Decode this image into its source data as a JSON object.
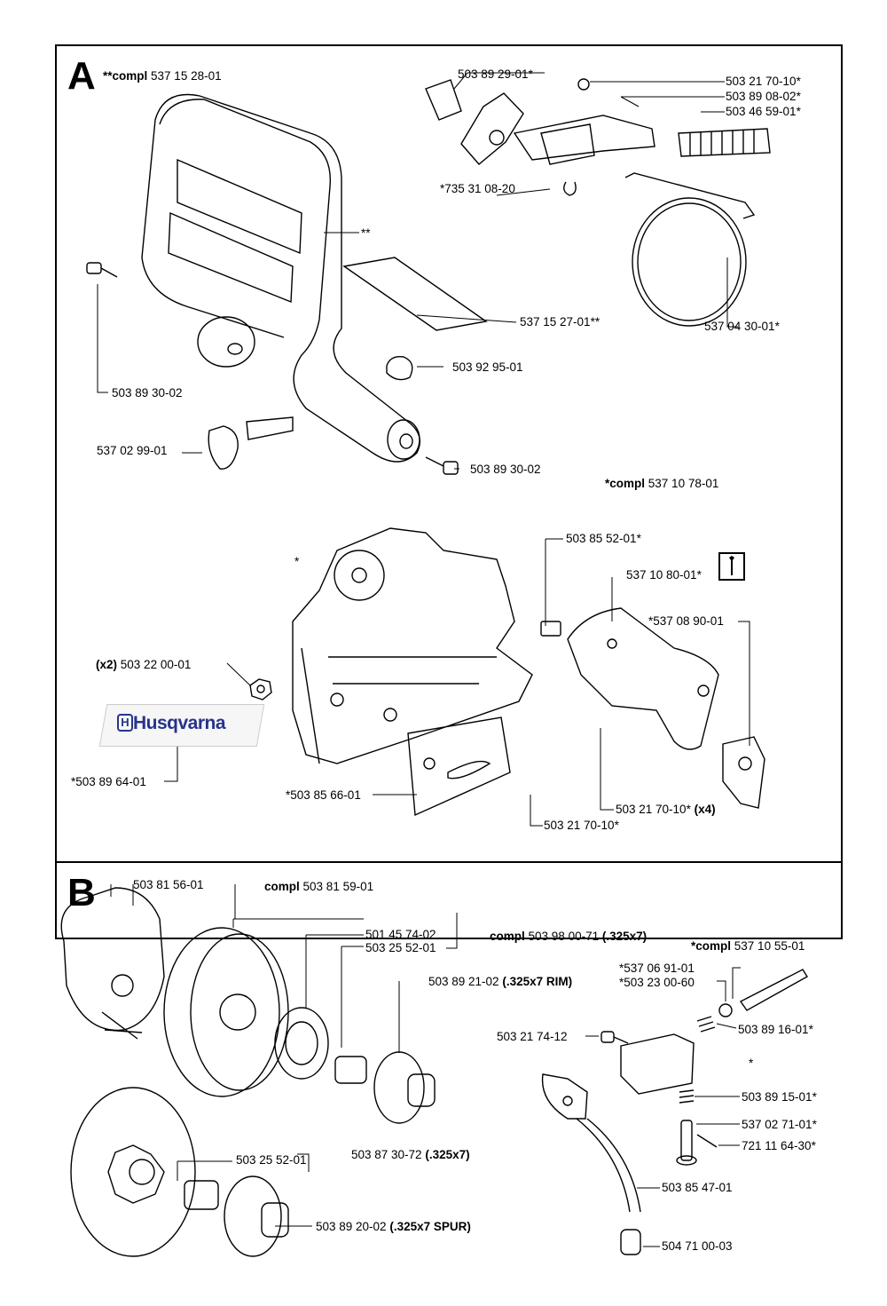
{
  "sections": {
    "a": "A",
    "b": "B"
  },
  "section_a": {
    "compl_main_prefix": "**compl",
    "compl_main_part": "537 15 28-01",
    "compl_cover_prefix": "*compl",
    "compl_cover_part": "537 10 78-01",
    "parts": {
      "p1": "503 89 29-01*",
      "p2": "503 21 70-10*",
      "p3": "503 89 08-02*",
      "p4": "503 46 59-01*",
      "p5": "*735 31 08-20",
      "p6": "**",
      "p7": "537 15 27-01**",
      "p8": "537 04 30-01*",
      "p9": "503 92 95-01",
      "p10": "503 89 30-02",
      "p11": "537 02 99-01",
      "p12": "503 89 30-02",
      "p13": "503 85 52-01*",
      "p14": "537 10 80-01*",
      "p15": "*",
      "p16": "*537 08 90-01",
      "p17_qty": "(x2)",
      "p17": "503 22 00-01",
      "p18": "*503 89 64-01",
      "p19": "*503 85 66-01",
      "p20": "503 21 70-10*",
      "p20_qty": "(x4)",
      "p21": "503 21 70-10*"
    },
    "logo_text": "Husqvarna"
  },
  "section_b": {
    "compl_1_prefix": "compl",
    "compl_1_part": "503 81 59-01",
    "compl_2_prefix": "compl",
    "compl_2_part": "503 98 00-71",
    "compl_2_spec": "(.325x7)",
    "compl_3_prefix": "*compl",
    "compl_3_part": "537 10 55-01",
    "parts": {
      "q1": "503 81 56-01",
      "q2": "501 45 74-02",
      "q3": "503 25 52-01",
      "q4": "503 89 21-02",
      "q4_spec": "(.325x7 RIM)",
      "q5": "*537 06 91-01",
      "q6": "*503 23 00-60",
      "q7": "503 89 16-01*",
      "q8": "503 21 74-12",
      "q9": "*",
      "q10": "503 89 15-01*",
      "q11": "537 02 71-01*",
      "q12": "721 11 64-30*",
      "q13": "503 25 52-01",
      "q14": "503 87 30-72",
      "q14_spec": "(.325x7)",
      "q15": "503 85 47-01",
      "q16": "503 89 20-02",
      "q16_spec": "(.325x7 SPUR)",
      "q17": "504 71 00-03"
    }
  }
}
